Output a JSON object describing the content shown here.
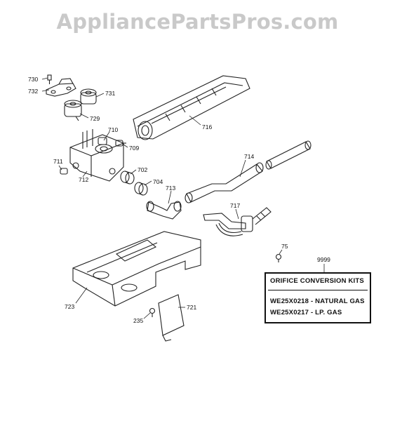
{
  "watermark": "AppliancePartsPros.com",
  "callouts": [
    {
      "id": "730",
      "label": "730"
    },
    {
      "id": "732",
      "label": "732"
    },
    {
      "id": "731",
      "label": "731"
    },
    {
      "id": "729",
      "label": "729"
    },
    {
      "id": "710",
      "label": "710"
    },
    {
      "id": "709",
      "label": "709"
    },
    {
      "id": "716",
      "label": "716"
    },
    {
      "id": "711",
      "label": "711"
    },
    {
      "id": "702",
      "label": "702"
    },
    {
      "id": "704",
      "label": "704"
    },
    {
      "id": "712",
      "label": "712"
    },
    {
      "id": "713",
      "label": "713"
    },
    {
      "id": "714",
      "label": "714"
    },
    {
      "id": "717",
      "label": "717"
    },
    {
      "id": "75",
      "label": "75"
    },
    {
      "id": "9999",
      "label": "9999"
    },
    {
      "id": "723",
      "label": "723"
    },
    {
      "id": "721",
      "label": "721"
    },
    {
      "id": "235",
      "label": "235"
    }
  ],
  "kit_box": {
    "title": "ORIFICE CONVERSION KITS",
    "lines": [
      "WE25X0218 - NATURAL GAS",
      "WE25X0217 - LP. GAS"
    ]
  }
}
